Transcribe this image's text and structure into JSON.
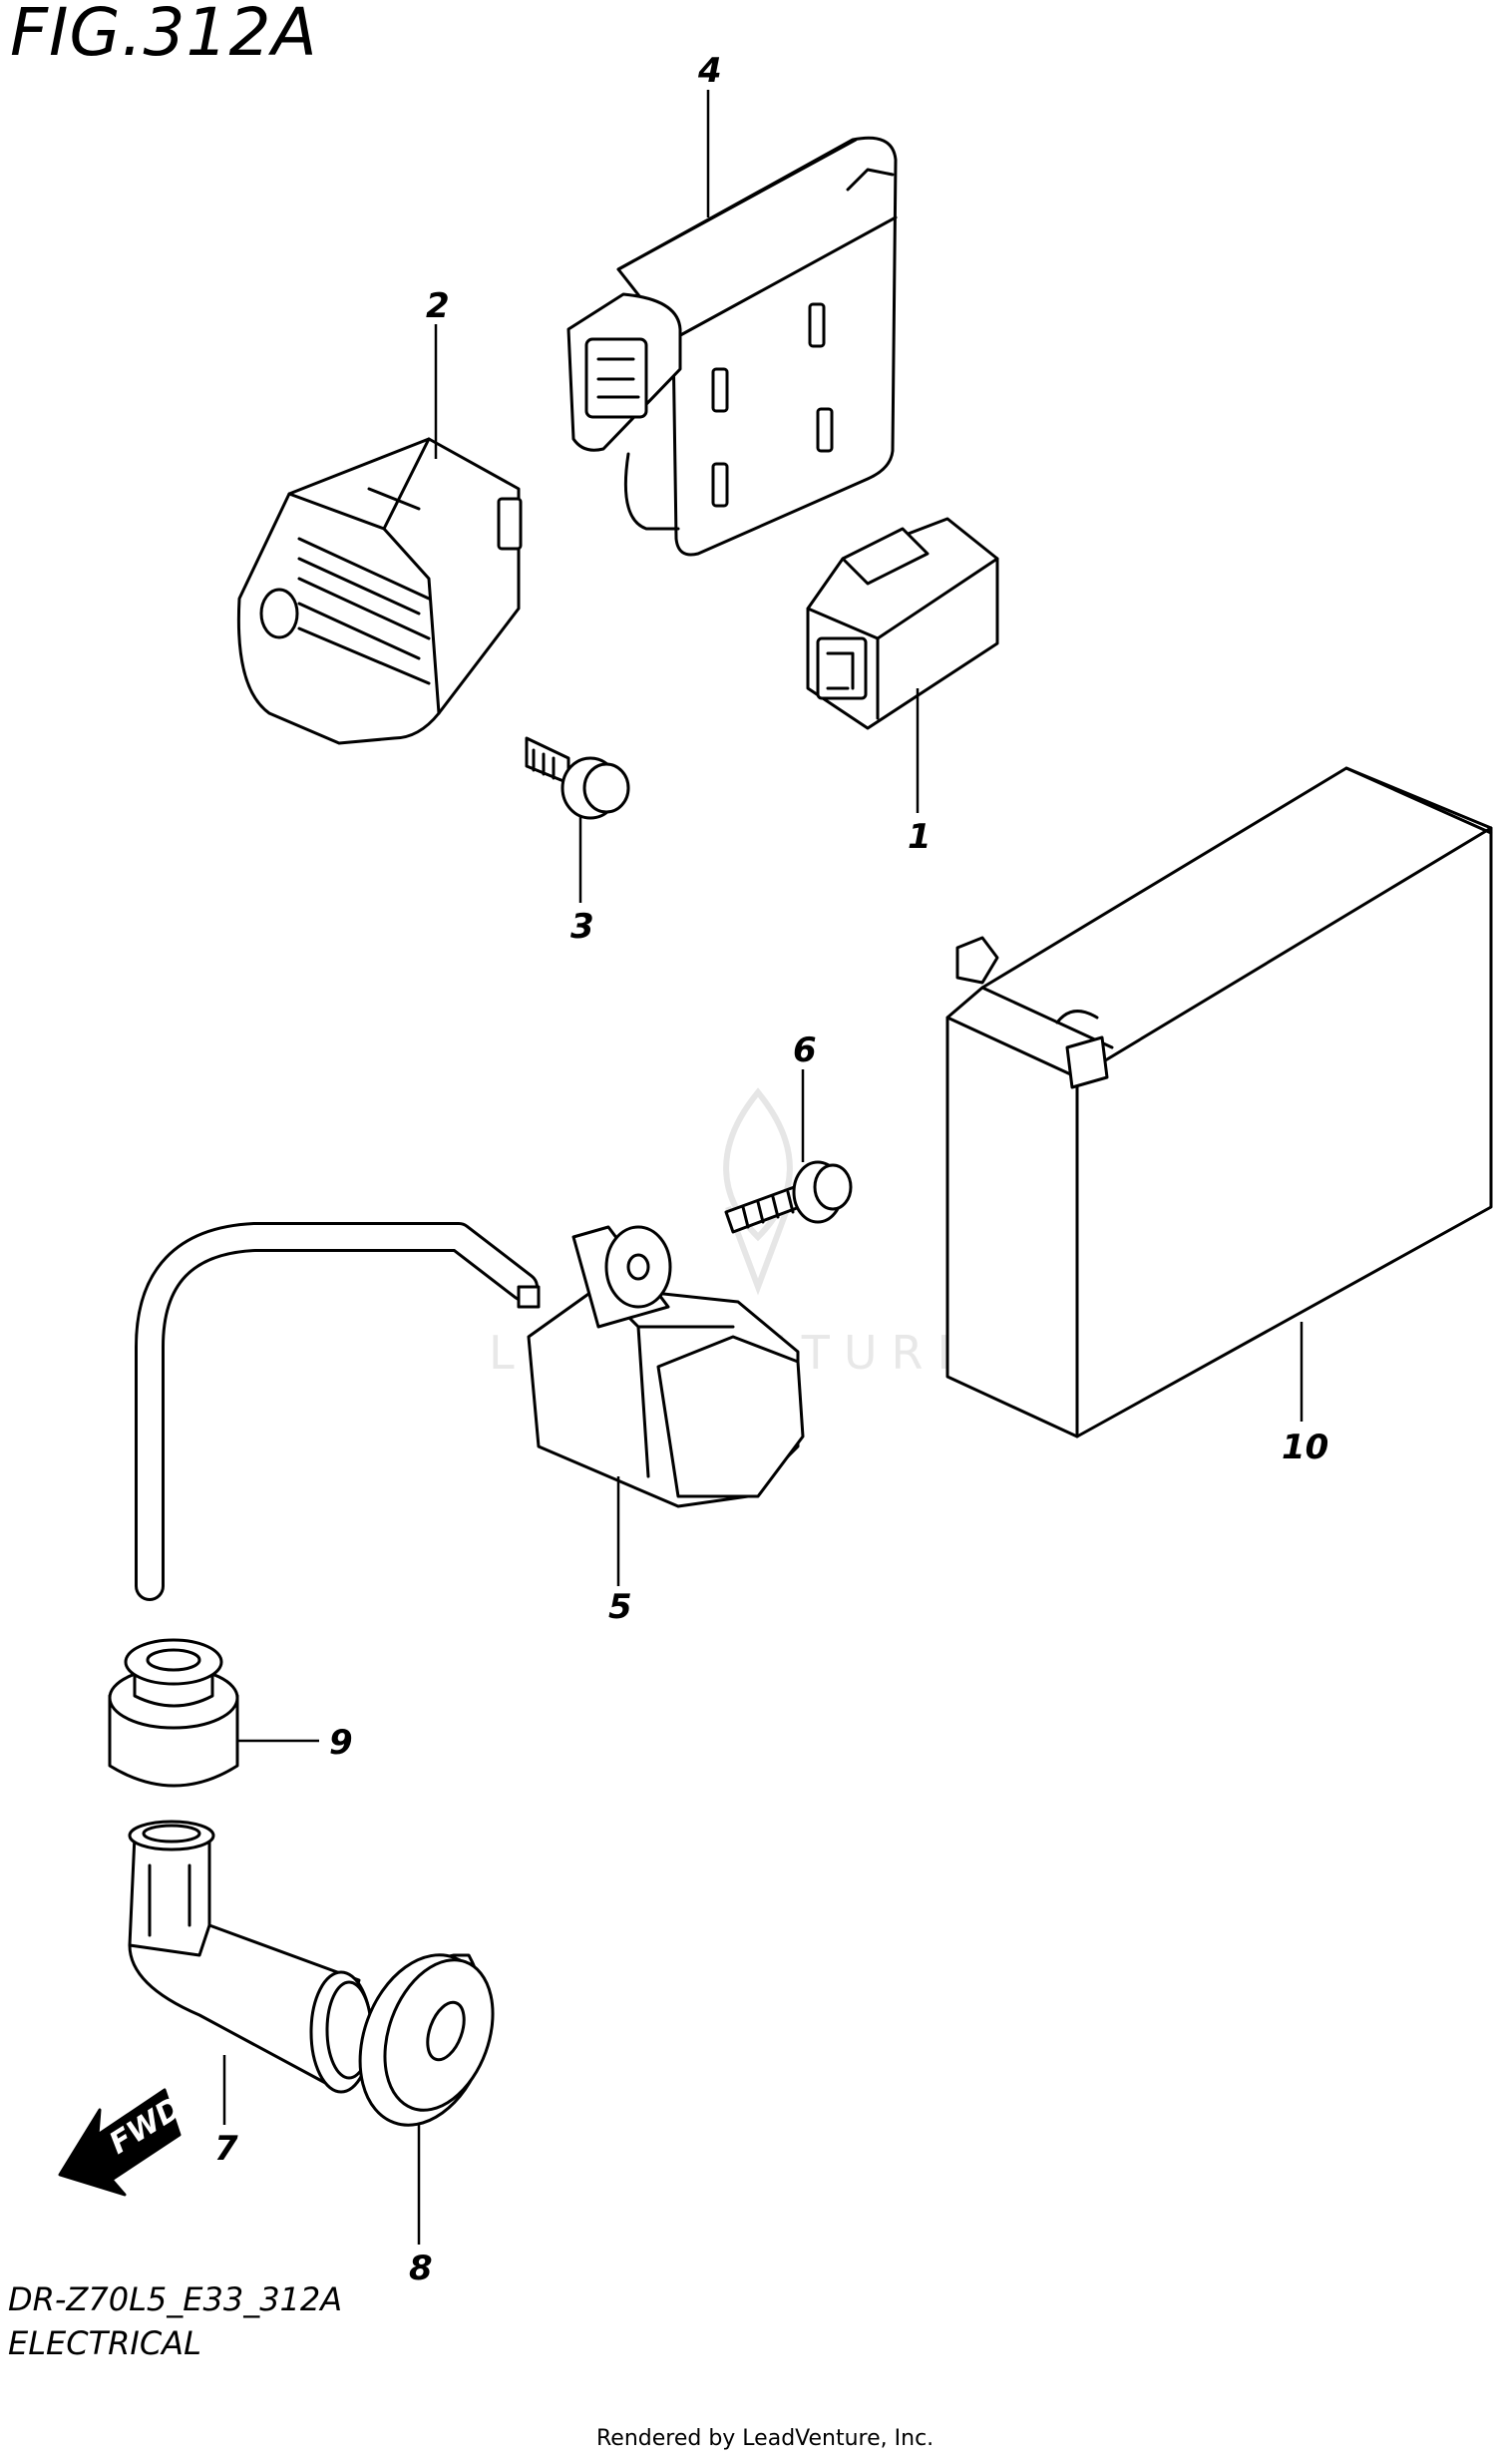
{
  "figure": {
    "title": "FIG.312A",
    "model_code": "DR-Z70L5_E33_312A",
    "section_name": "ELECTRICAL",
    "rendered_by": "Rendered by LeadVenture, Inc.",
    "watermark": "LEADVENTURE",
    "fwd_label": "FWD"
  },
  "callouts": [
    "1",
    "2",
    "3",
    "4",
    "5",
    "6",
    "7",
    "8",
    "9",
    "10"
  ]
}
